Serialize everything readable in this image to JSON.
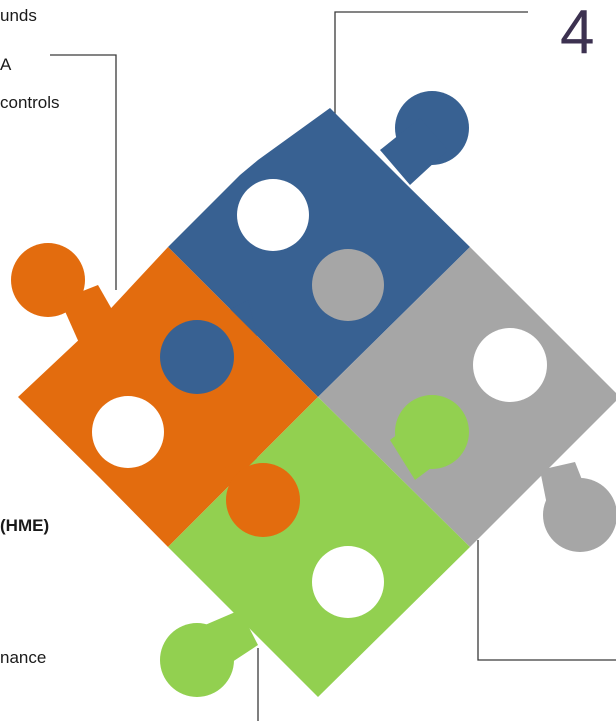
{
  "callouts": {
    "top_left_line1": "unds",
    "top_left_line2": "A",
    "top_left_line3": "controls",
    "mid_left": "(HME)",
    "bottom_left": "nance",
    "top_right_number": "4"
  },
  "colors": {
    "blue": "#386192",
    "orange": "#e36c0e",
    "gray": "#a6a6a6",
    "green": "#92d050",
    "lines": "#3a3a3a"
  }
}
